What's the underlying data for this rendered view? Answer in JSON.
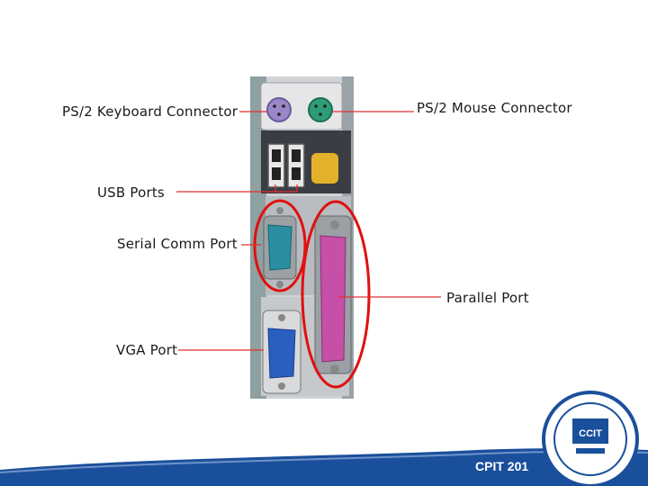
{
  "labels": {
    "ps2_keyboard": "PS/2 Keyboard Connector",
    "ps2_mouse": "PS/2 Mouse Connector",
    "usb": "USB Ports",
    "serial": "Serial Comm Port",
    "parallel": "Parallel Port",
    "vga": "VGA Port"
  },
  "footer": {
    "course": "CPIT 201",
    "logo_text": "CCIT"
  },
  "colors": {
    "keyboard_port": "#9a86c8",
    "mouse_port": "#2e9c78",
    "serial_port": "#2a8fa0",
    "parallel_port": "#c64fa8",
    "vga_port": "#2a5fc0",
    "callout_line": "#e03030",
    "highlight_ellipse": "#e01010",
    "footer_wave": "#1a4f9c"
  }
}
